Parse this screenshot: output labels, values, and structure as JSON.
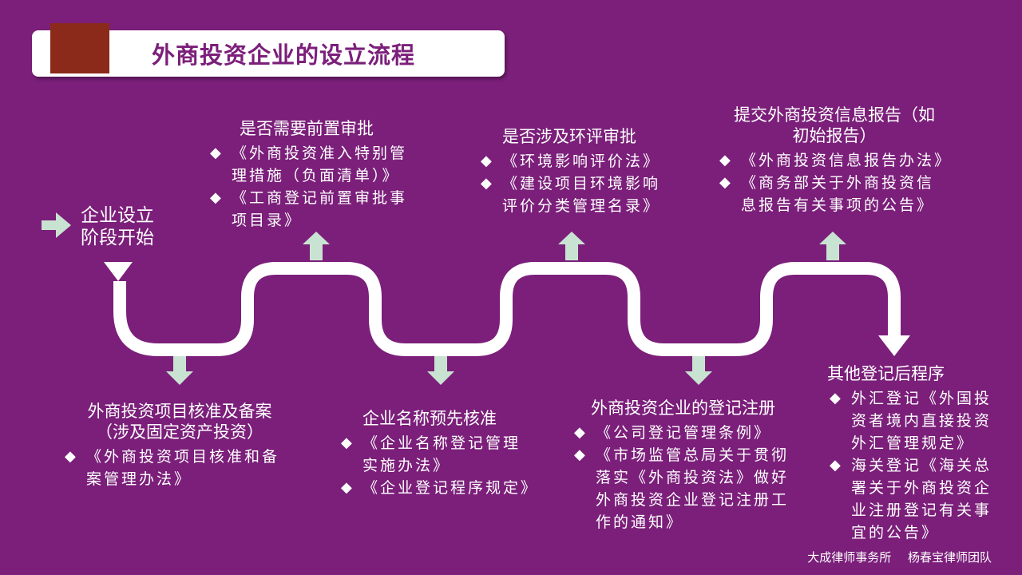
{
  "title": "外商投资企业的设立流程",
  "colors": {
    "background": "#7b1f7a",
    "title_accent": "#8b2a1b",
    "path": "#ffffff",
    "arrow": "#c9e3d2"
  },
  "start": {
    "line1": "企业设立",
    "line2": "阶段开始"
  },
  "top_steps": [
    {
      "heading": "是否需要前置审批",
      "items": [
        {
          "lines": [
            "《外商投资准入特别管",
            "理措施（负面清单）》"
          ]
        },
        {
          "lines": [
            "《工商登记前置审批事",
            "项目录》"
          ]
        }
      ]
    },
    {
      "heading": "是否涉及环评审批",
      "items": [
        {
          "lines": [
            "《环境影响评价法》"
          ]
        },
        {
          "lines": [
            "《建设项目环境影响",
            "评价分类管理名录》"
          ]
        }
      ]
    },
    {
      "heading_lines": [
        "提交外商投资信息报告（如",
        "初始报告）"
      ],
      "items": [
        {
          "lines": [
            "《外商投资信息报告办法》"
          ]
        },
        {
          "lines": [
            "《商务部关于外商投资信",
            "息报告有关事项的公告》"
          ]
        }
      ]
    }
  ],
  "bottom_steps": [
    {
      "heading_lines": [
        "外商投资项目核准及备案",
        "（涉及固定资产投资）"
      ],
      "items": [
        {
          "lines": [
            "《外商投资项目核准和备",
            "案管理办法》"
          ]
        }
      ]
    },
    {
      "heading": "企业名称预先核准",
      "items": [
        {
          "lines": [
            "《企业名称登记管理",
            "实施办法》"
          ]
        },
        {
          "lines": [
            "《企业登记程序规定》"
          ]
        }
      ]
    },
    {
      "heading": "外商投资企业的登记注册",
      "items": [
        {
          "lines": [
            "《公司登记管理条例》"
          ]
        },
        {
          "lines": [
            "《市场监管总局关于贯彻",
            "落实《外商投资法》做好",
            "外商投资企业登记注册工",
            "作的通知》"
          ]
        }
      ]
    },
    {
      "heading": "其他登记后程序",
      "items": [
        {
          "lines": [
            "外汇登记《外国投",
            "资者境内直接投资",
            "外汇管理规定》"
          ]
        },
        {
          "lines": [
            "海关登记《海关总",
            "署关于外商投资企",
            "业注册登记有关事",
            "宜的公告》"
          ]
        }
      ]
    }
  ],
  "icons": {
    "bullet": "diamond-icon",
    "start": "right-arrow-icon"
  },
  "footer": {
    "org": "大成律师事务所",
    "team": "杨春宝律师团队"
  }
}
